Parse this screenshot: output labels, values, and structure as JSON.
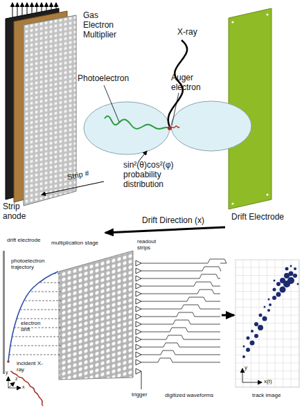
{
  "diagram": {
    "labels": [
      "Gas Electron Multiplier",
      "X-ray",
      "Photoelectron",
      "Auger electron",
      "sin²(θ)cos²(φ) probability distribution",
      "Strip #",
      "Strip anode",
      "Drift Electrode",
      "Drift Direction (x)",
      "drift electrode",
      "multiplication stage",
      "readout strips",
      "photoelectron trajectory",
      "electron drift",
      "incident X-ray",
      "y",
      "z",
      "x",
      "trigger",
      "digitized waveforms",
      "y",
      "x(t)",
      "track image"
    ]
  }
}
